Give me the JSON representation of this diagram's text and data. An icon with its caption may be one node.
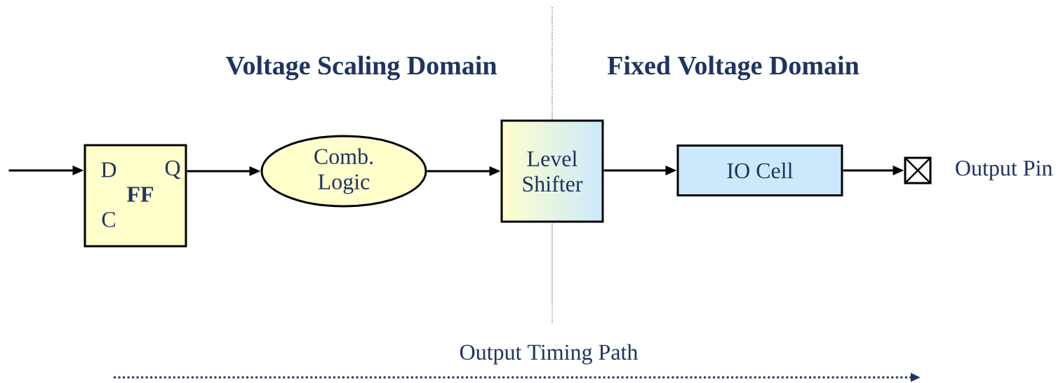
{
  "diagram": {
    "nodes": [
      {
        "text": [
          "D",
          "Q",
          "FF",
          "C"
        ]
      },
      {
        "text": [
          "Comb. Logic"
        ]
      },
      {
        "text": [
          "Level Shifter"
        ]
      },
      {
        "text": [
          "IO Cell"
        ]
      },
      {
        "text": [],
        "shape": "box",
        "beside": [
          "Output Pin"
        ]
      }
    ],
    "edges": [
      {
        "from": null,
        "to": 0,
        "arrow": "to"
      },
      {
        "from": 0,
        "to": 1,
        "arrow": "to"
      },
      {
        "from": 1,
        "to": 2,
        "arrow": "to"
      },
      {
        "from": 2,
        "to": 3,
        "arrow": "to"
      },
      {
        "from": 3,
        "to": 4,
        "arrow": "to"
      }
    ],
    "labels": [
      "Voltage Scaling Domain",
      "Fixed Voltage Domain",
      "Output Timing Path"
    ]
  }
}
